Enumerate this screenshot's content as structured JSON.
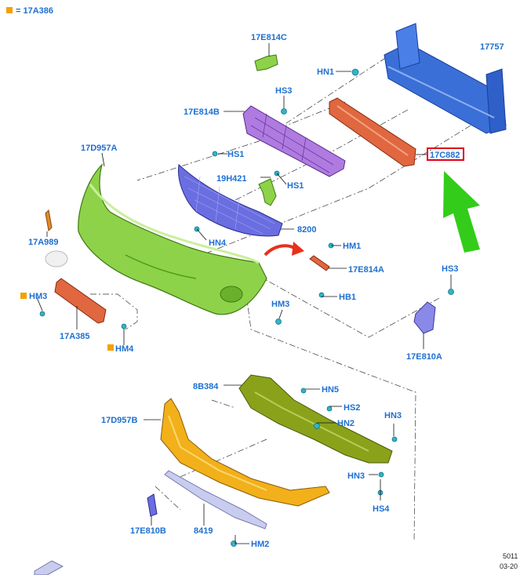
{
  "legend": {
    "text": "= 17A386",
    "color": "#f5a000"
  },
  "labels": {
    "p17E814C": "17E814C",
    "p17757": "17757",
    "HN1": "HN1",
    "HS3_top": "HS3",
    "p17E814B": "17E814B",
    "p17C882": "17C882",
    "p17D957A": "17D957A",
    "HS1_a": "HS1",
    "p19H421": "19H421",
    "HS1_b": "HS1",
    "p8200": "8200",
    "p17A989": "17A989",
    "HN4": "HN4",
    "HM1": "HM1",
    "p17E814A": "17E814A",
    "HS3_right": "HS3",
    "HM3_left": "HM3",
    "HB1": "HB1",
    "HM3_mid": "HM3",
    "p17A385": "17A385",
    "HM4": "HM4",
    "p17E810A": "17E810A",
    "p8B384": "8B384",
    "HN5": "HN5",
    "HS2": "HS2",
    "p17D957B": "17D957B",
    "HN2": "HN2",
    "HN3_a": "HN3",
    "HN3_b": "HN3",
    "HS4": "HS4",
    "p17E810B": "17E810B",
    "p8419": "8419",
    "HM2": "HM2"
  },
  "footer": {
    "code": "5011",
    "date": "03-20"
  },
  "colors": {
    "label": "#1e6fd1",
    "highlight_box": "#e0001b",
    "arrow_green": "#33cc1a",
    "arrow_red": "#e8311a",
    "beam_blue": "#3a6fd8",
    "absorber_orange": "#e0673f",
    "grille_purple": "#b07be0",
    "grille_blue": "#6a6ee0",
    "fascia_green": "#8ed24a",
    "lower_orange": "#f2b01a",
    "shield_olive": "#8aa21a",
    "clip_cyan": "#2fb5c8"
  }
}
